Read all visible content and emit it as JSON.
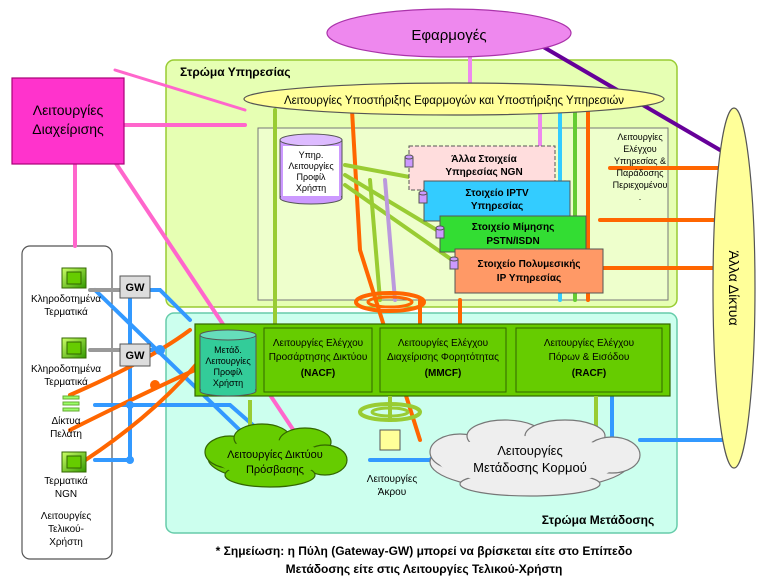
{
  "applications": "Εφαρμογές",
  "service_layer": {
    "title": "Στρώμα Υπηρεσίας",
    "support_functions": "Λειτουργίες Υποστήριξης Εφαρμογών και Υποστήριξης  Υπηρεσιών",
    "user_profile": [
      "Υπηρ.",
      "Λειτουργίες",
      "Προφίλ",
      "Χρήστη"
    ],
    "other_ngn": [
      "Άλλα Στοιχεία",
      "Υπηρεσίας NGN"
    ],
    "iptv": [
      "Στοιχείο IPTV",
      "Υπηρεσίας"
    ],
    "pstn": [
      "Στοιχείο Μίμησης",
      "PSTN/ISDN"
    ],
    "ims": [
      "Στοιχείο Πολυμεσικής",
      "IP Υπηρεσίας"
    ],
    "service_control": [
      "Λειτουργίες",
      "Ελέγχου",
      "Υπηρεσίας &",
      "Παράδοσης",
      "Περιεχομένου",
      "."
    ]
  },
  "management": [
    "Λειτουργίες",
    "Διαχείρισης"
  ],
  "other_networks": "Άλλα Δίκτυα",
  "transport_layer": {
    "title": "Στρώμα Μετάδοσης",
    "transport_profile": [
      "Μετάδ.",
      "Λειτουργίες",
      "Προφίλ",
      "Χρήστη"
    ],
    "nacf": [
      "Λειτουργίες Ελέγχου",
      "Προσάρτησης Δικτύου",
      "(NACF)"
    ],
    "mmcf": [
      "Λειτουργίες Ελέγχου",
      "Διαχείρισης Φορητότητας",
      "(MMCF)"
    ],
    "racf": [
      "Λειτουργίες Ελέγχου",
      "Πόρων & Εισόδου",
      "(RACF)"
    ],
    "access": [
      "Λειτουργίες Δικτύου",
      "Πρόσβασης"
    ],
    "edge": [
      "Λειτουργίες",
      "Άκρου"
    ],
    "core": [
      "Λειτουργίες",
      "Μετάδοσης Κορμού"
    ]
  },
  "end_user": {
    "legacy1": [
      "Κληροδοτημένα",
      "Τερματικά"
    ],
    "legacy2": [
      "Κληροδοτημένα",
      "Τερματικά"
    ],
    "customer_nets": [
      "Δίκτυα",
      "Πελάτη"
    ],
    "ngn_terminals": [
      "Τερματικά",
      "NGN"
    ],
    "title": [
      "Λειτουργίες",
      "Τελικού-",
      "Χρήστη"
    ],
    "gw": "GW"
  },
  "note": [
    "* Σημείωση: η Πύλη (Gateway-GW) μπορεί να βρίσκεται είτε στο Επίπεδο",
    "Μετάδοσης είτε στις Λειτουργίες Τελικού-Χρήστη"
  ],
  "colors": {
    "service_bg": "#e6ffb3",
    "transport_bg": "#ccffee",
    "apps": "#ee88ee",
    "management": "#ff33cc",
    "other_networks": "#ffff99",
    "orange": "#ff6600",
    "blue": "#3399ff",
    "green_box": "#66cc00"
  }
}
